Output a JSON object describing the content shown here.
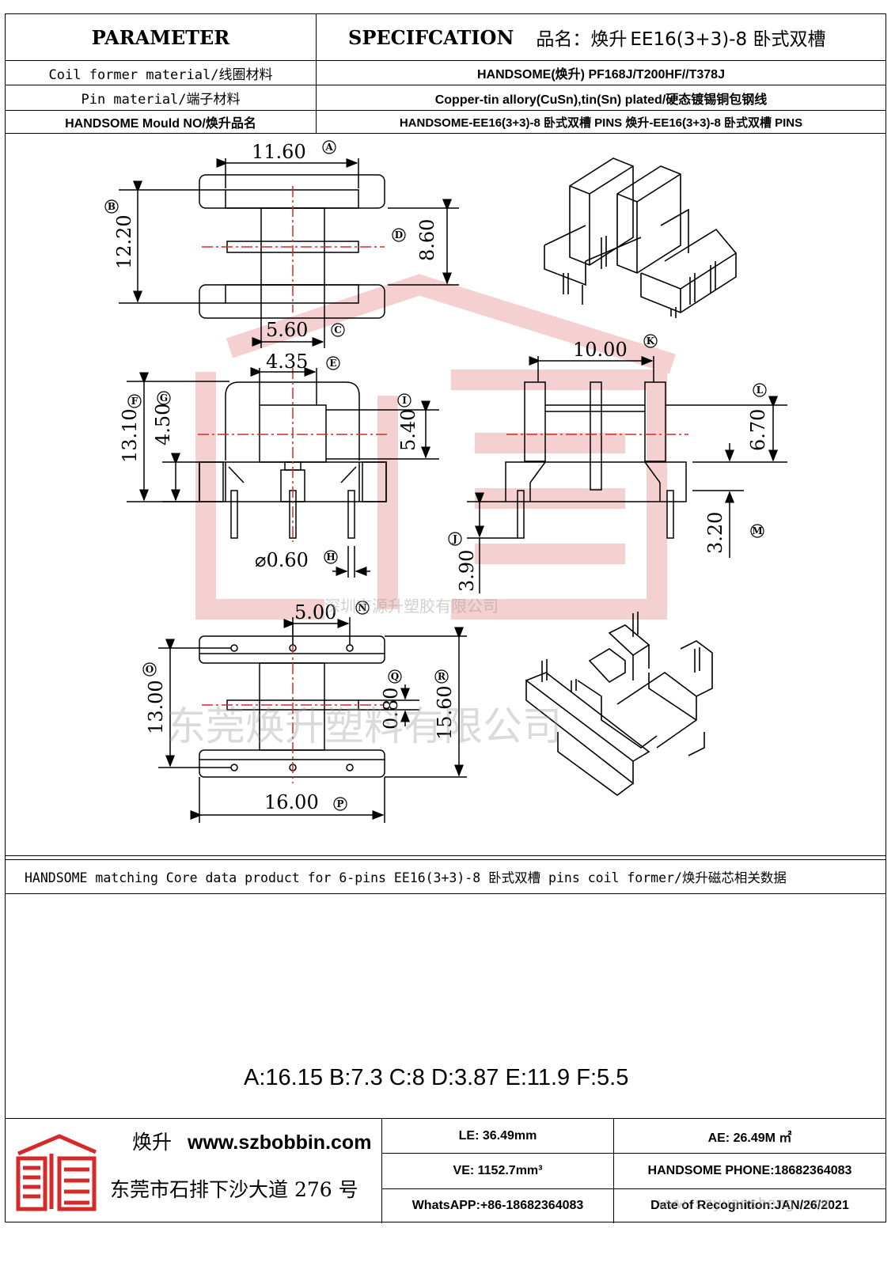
{
  "header": {
    "param_label": "PARAMETER",
    "spec_label": "SPECIFCATION",
    "product_prefix": "品名：焕升",
    "product_name": "EE16(3+3)-8 卧式双槽"
  },
  "rows": [
    {
      "label": "Coil former material/线圈材料",
      "value": "HANDSOME(焕升)  PF168J/T200HF//T378J"
    },
    {
      "label": "Pin material/端子材料",
      "value": "Copper-tin allory(CuSn),tin(Sn) plated/硬态镀锡铜包钢线"
    },
    {
      "label": "HANDSOME Mould NO/焕升品名",
      "value": "HANDSOME-EE16(3+3)-8 卧式双槽  PINS   焕升-EE16(3+3)-8 卧式双槽  PINS"
    }
  ],
  "dimensions": {
    "A": "11.60",
    "B": "12.20",
    "C": "5.60",
    "D": "8.60",
    "E": "4.35",
    "F": "13.10",
    "G": "4.50",
    "H": "⌀0.60",
    "I": "5.40",
    "J": "3.90",
    "K": "10.00",
    "L": "6.70",
    "M": "3.20",
    "N": "5.00",
    "O": "13.00",
    "P": "16.00",
    "Q": "0.80",
    "R": "15.60"
  },
  "labels": {
    "A": "A",
    "B": "B",
    "C": "C",
    "D": "D",
    "E": "E",
    "F": "F",
    "G": "G",
    "H": "H",
    "I": "I",
    "J": "J",
    "K": "K",
    "L": "L",
    "M": "M",
    "N": "N",
    "O": "O",
    "P": "P",
    "Q": "Q",
    "R": "R"
  },
  "core_labels": {
    "A": "A",
    "B": "B",
    "C": "C",
    "D": "D",
    "E": "E",
    "F": "F"
  },
  "watermarks": {
    "company_small": "深圳市源升塑胶有限公司",
    "company_large": "东莞焕升塑料有限公司",
    "website": "www.szyuansheng.com"
  },
  "core_section": {
    "title": "HANDSOME matching Core data  product for 6-pins EE16(3+3)-8 卧式双槽 pins coil former/焕升磁芯相关数据",
    "values": "A:16.15 B:7.3 C:8 D:3.87 E:11.9 F:5.5"
  },
  "footer": {
    "brand": "焕升",
    "website": "www.szbobbin.com",
    "address": "东莞市石排下沙大道 276 号",
    "le": "LE: 36.49mm",
    "ae": "AE: 26.49M ㎡",
    "ve": "VE: 1152.7mm³",
    "phone": "HANDSOME PHONE:18682364083",
    "whatsapp": "WhatsAPP:+86-18682364083",
    "date": "Date of Recognition:JAN/26/2021"
  },
  "colors": {
    "accent_red": "#d42a2a",
    "watermark_red": "#f2c8c8"
  }
}
